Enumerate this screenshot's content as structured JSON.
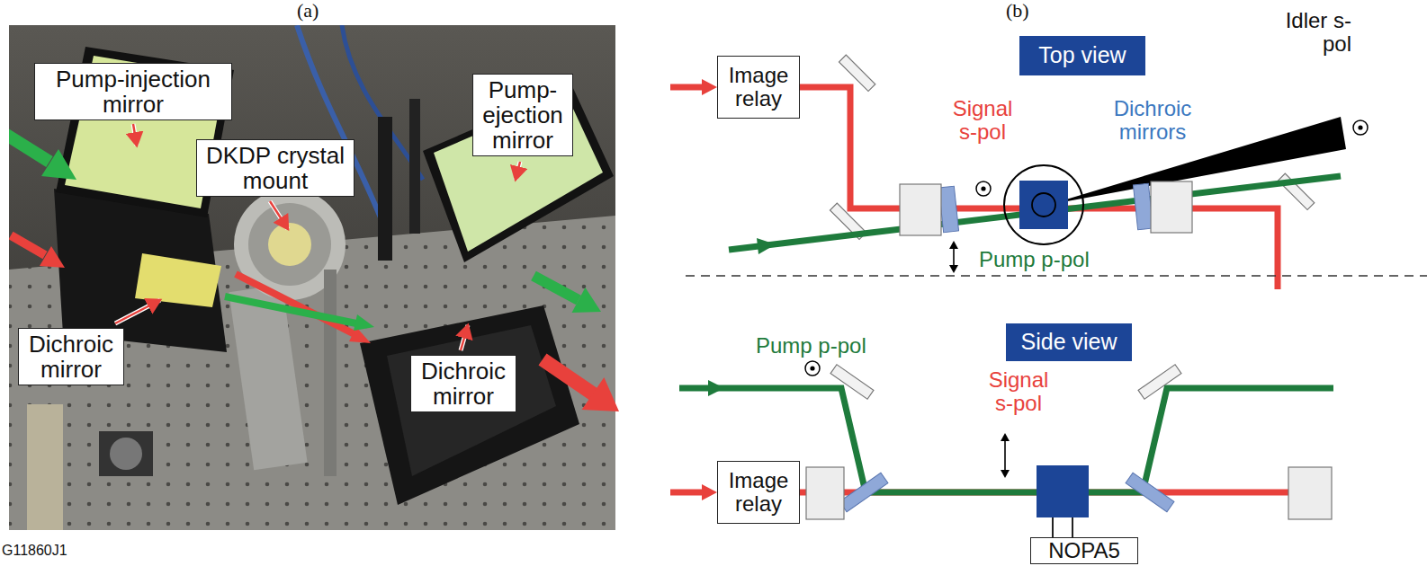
{
  "diagram": {
    "nodes": [
      {
        "text": [
          "Pump-injection mirror"
        ]
      },
      {
        "text": [
          "DKDP crystal mount"
        ]
      },
      {
        "text": [
          "Pump-ejection mirror"
        ]
      },
      {
        "text": [
          "Dichroic mirror"
        ]
      },
      {
        "text": [
          "Dichroic mirror"
        ]
      },
      {
        "text": [
          "Top view"
        ]
      },
      {
        "text": [
          "Image relay"
        ]
      },
      {
        "text": [
          "Side view"
        ]
      },
      {
        "text": [
          "Image relay"
        ]
      },
      {
        "text": [
          "NOPA5"
        ]
      }
    ],
    "labels": [
      "(a)",
      "(b)",
      "G11860J1",
      "Signal s-pol",
      "Dichroic mirrors",
      "Idler s-pol",
      "Pump p-pol",
      "Pump p-pol",
      "Signal s-pol"
    ]
  }
}
